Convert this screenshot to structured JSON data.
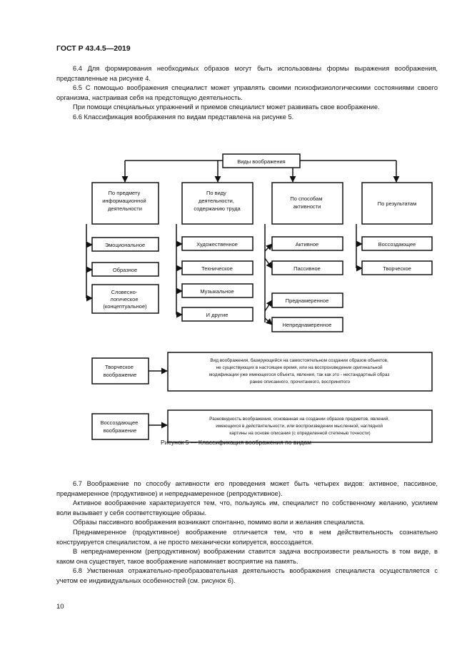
{
  "header": {
    "doc_code": "ГОСТ Р 43.4.5—2019"
  },
  "paragraphs_top": [
    "6.4 Для формирования необходимых образов могут быть использованы формы выражения воображения, представленные на рисунке 4.",
    "6.5 С помощью воображения специалист может управлять своими психофизиологическими состояниями своего организма, настраивая себя на предстоящую деятельность.",
    "При помощи специальных упражнений и приемов специалист может развивать свое воображение.",
    "6.6 Классификация воображения по видам представлена на рисунке 5."
  ],
  "diagram": {
    "root": "Виды воображения",
    "categories": [
      {
        "lines": [
          "По предмету",
          "информационной",
          "деятельности"
        ],
        "items": [
          [
            "Эмоциональное"
          ],
          [
            "Образное"
          ],
          [
            "Словесно-",
            "логическое",
            "(концептуальное)"
          ]
        ]
      },
      {
        "lines": [
          "По виду",
          "деятельности,",
          "содержанию труда"
        ],
        "items": [
          [
            "Художественное"
          ],
          [
            "Техническое"
          ],
          [
            "Музыкальное"
          ],
          [
            "И другие"
          ]
        ]
      },
      {
        "lines": [
          "По способам",
          "активности"
        ],
        "items": [
          [
            "Активное"
          ],
          [
            "Пассивное"
          ],
          [
            "Преднамеренное"
          ],
          [
            "Непреднамеренное"
          ]
        ]
      },
      {
        "lines": [
          "По результатам"
        ],
        "items": [
          [
            "Воссоздающее"
          ],
          [
            "Творческое"
          ]
        ]
      }
    ],
    "definitions": [
      {
        "term": [
          "Творческое",
          "воображение"
        ],
        "text": [
          "Вид воображения, базирующийся на самостоятельном создании образов объектов,",
          "не существующих в настоящее время, или на воспроизведении оригинальной",
          "модификации уже имеющегося объекта, явления, так как это - нестандартный образ",
          "ранее описанного, прочитанного, воспринятого"
        ]
      },
      {
        "term": [
          "Воссоздающее",
          "воображение"
        ],
        "text": [
          "Разновидность воображения, основанная на создании образов предметов, явлений,",
          "имеющихся в действительности, или воспроизведении мысленной, наглядной",
          "картины на основе описания (с определенной степенью точности)"
        ]
      }
    ]
  },
  "figure_caption": "Рисунок 5 — Классификация воображения по видам",
  "paragraphs_bottom": [
    "6.7 Воображение по способу активности его проведения может быть четырех видов: активное, пассивное, преднамеренное (продуктивное) и непреднамеренное (репродуктивное).",
    "Активное воображение характеризуется тем, что, пользуясь им, специалист по собственному желанию, усилием воли вызывает у себя соответствующие образы.",
    "Образы пассивного воображения возникают спонтанно, помимо воли и желания специалиста.",
    "Преднамеренное (продуктивное) воображение отличается тем, что в нем действительность сознательно конструируется специалистом, а не просто механически копируется, воссоздается.",
    "В непреднамеренном (репродуктивном) воображении ставится задача воспроизвести реальность в том виде, в каком она существует, такое воображение напоминает восприятие на память.",
    "6.8 Умственная отражательно-преобразовательная деятельность воображения специалиста осуществляется с учетом ее индивидуальных особенностей (см. рисунок 6)."
  ],
  "footer": {
    "page_number": "10"
  }
}
